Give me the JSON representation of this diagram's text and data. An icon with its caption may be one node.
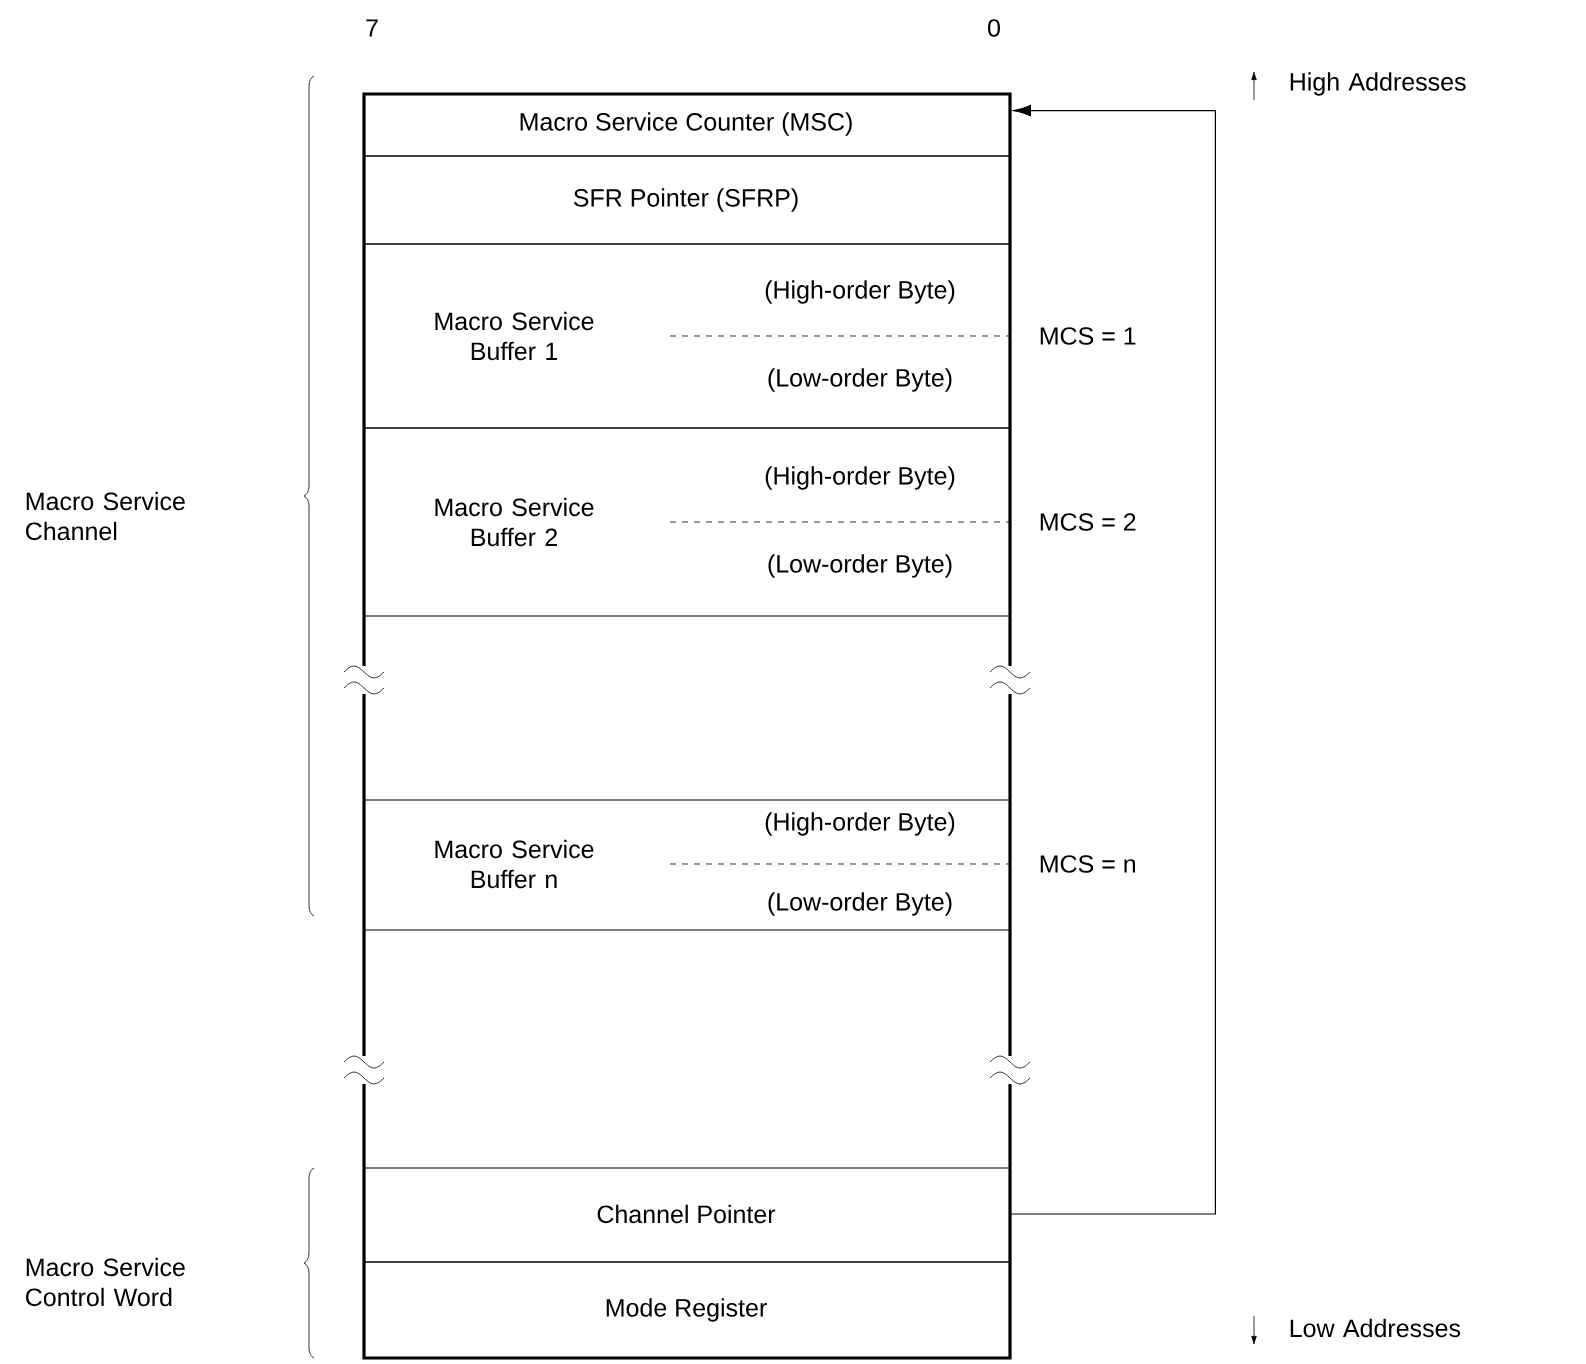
{
  "diagram": {
    "nodes": [
      {
        "text": [
          "Macro Service Counter (MSC)"
        ]
      },
      {
        "text": [
          "SFR Pointer (SFRP)"
        ]
      },
      {
        "text": [
          "Macro Service Buffer 1",
          "(High-order Byte)",
          "(Low-order Byte)"
        ],
        "beside": [
          "MCS = 1"
        ]
      },
      {
        "text": [
          "Macro Service Buffer 2",
          "(High-order Byte)",
          "(Low-order Byte)"
        ],
        "beside": [
          "MCS = 2"
        ]
      },
      {
        "text": [
          "Macro Service Buffer n",
          "(High-order Byte)",
          "(Low-order Byte)"
        ],
        "beside": [
          "MCS = n"
        ]
      },
      {
        "text": [
          "Channel Pointer"
        ]
      },
      {
        "text": [
          "Mode Register"
        ]
      }
    ],
    "edges": [
      {
        "from": 5,
        "to": 0,
        "arrow": "to"
      }
    ],
    "labels": [
      "7",
      "0",
      "High Addresses",
      "Macro Service Channel",
      "Macro Service Control Word",
      "Low Addresses"
    ]
  }
}
